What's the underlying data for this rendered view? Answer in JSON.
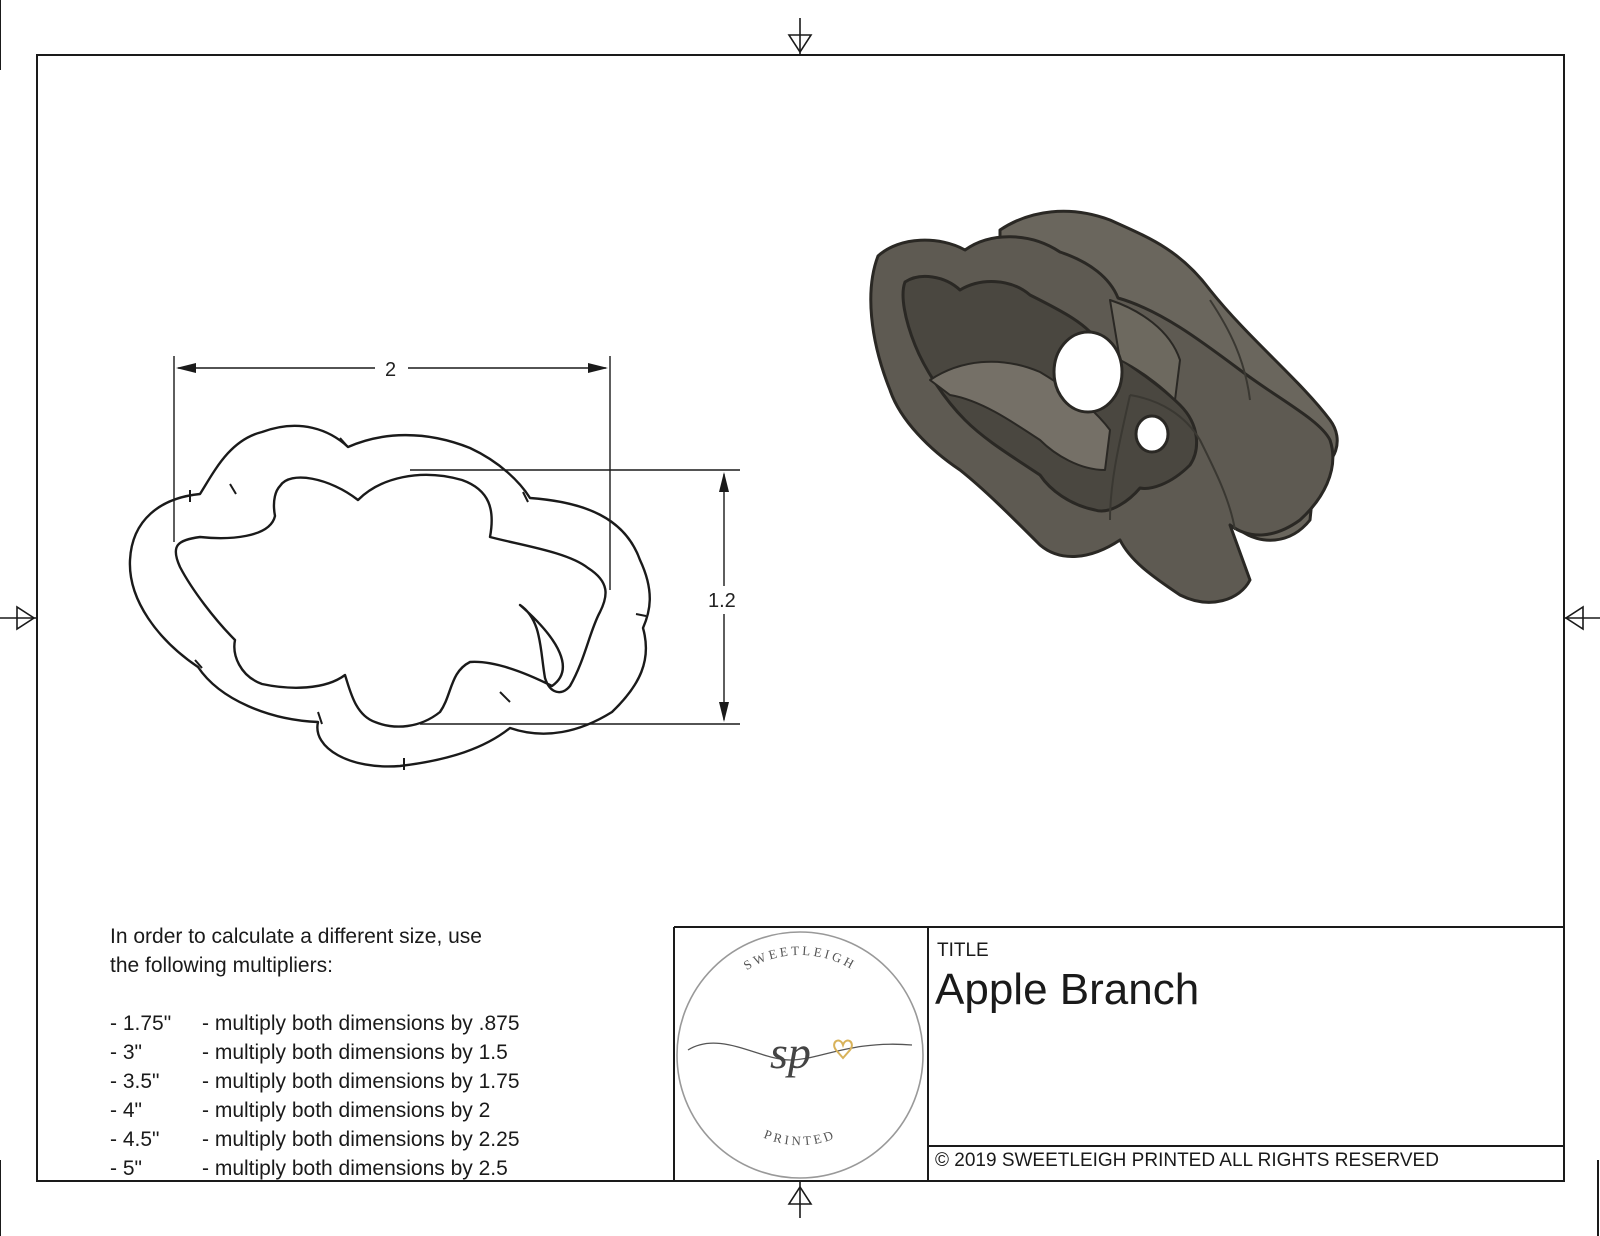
{
  "drawing": {
    "dimensions": {
      "width_label": "2",
      "height_label": "1.2"
    }
  },
  "notes": {
    "intro": [
      "In order to calculate a different size, use",
      "the following multipliers:"
    ],
    "multipliers": [
      {
        "size": "- 1.75\"",
        "text": "- multiply both dimensions by .875"
      },
      {
        "size": "- 3\"",
        "text": "- multiply both dimensions by 1.5"
      },
      {
        "size": "- 3.5\"",
        "text": "- multiply both dimensions by 1.75"
      },
      {
        "size": "- 4\"",
        "text": "- multiply both dimensions by 2"
      },
      {
        "size": "- 4.5\"",
        "text": "- multiply both dimensions by 2.25"
      },
      {
        "size": "- 5\"",
        "text": "- multiply both dimensions by 2.5"
      }
    ]
  },
  "title_block": {
    "title_label": "TITLE",
    "title": "Apple Branch",
    "copyright": "© 2019  SWEETLEIGH PRINTED  ALL RIGHTS RESERVED",
    "logo": {
      "top_text": "SWEETLEIGH",
      "bottom_text": "PRINTED",
      "monogram": "sp"
    }
  },
  "colors": {
    "line": "#1a1a1a",
    "cutter_fill": "#5e5a52",
    "cutter_edge": "#2a2824",
    "heart_accent": "#d8b25a"
  }
}
